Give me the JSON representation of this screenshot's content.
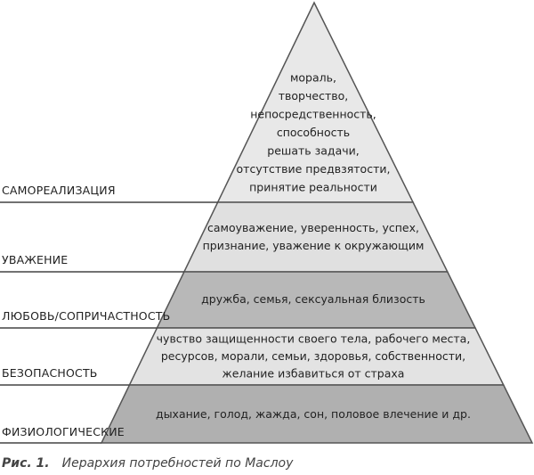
{
  "levels": [
    {
      "label": "САМОРЕАЛИЗАЦИЯ",
      "fill": "#e8e8e8",
      "lines": [
        "мораль,",
        "творчество,",
        "непосредственность,",
        "способность",
        "решать задачи,",
        "отсутствие предвзятости,",
        "принятие реальности"
      ]
    },
    {
      "label": "УВАЖЕНИЕ",
      "fill": "#e0e0e0",
      "lines": [
        "самоуважение, уверенность, успех,",
        "признание, уважение к окружающим"
      ]
    },
    {
      "label": "ЛЮБОВЬ/СОПРИЧАСТНОСТЬ",
      "fill": "#b8b8b8",
      "lines": [
        "дружба, семья, сексуальная близость"
      ]
    },
    {
      "label": "БЕЗОПАСНОСТЬ",
      "fill": "#e3e3e3",
      "lines": [
        "чувство защищенности своего тела, рабочего места,",
        "ресурсов, морали, семьи, здоровья, собственности,",
        "желание избавиться от страха"
      ]
    },
    {
      "label": "ФИЗИОЛОГИЧЕСКИЕ",
      "fill": "#b0b0b0",
      "lines": [
        "дыхание, голод, жажда, сон, половое влечение и др."
      ]
    }
  ],
  "caption": {
    "number": "Рис. 1.",
    "text": "Иерархия потребностей по Маслоу"
  },
  "colors": {
    "outline": "#555555",
    "label_line": "#444444"
  }
}
